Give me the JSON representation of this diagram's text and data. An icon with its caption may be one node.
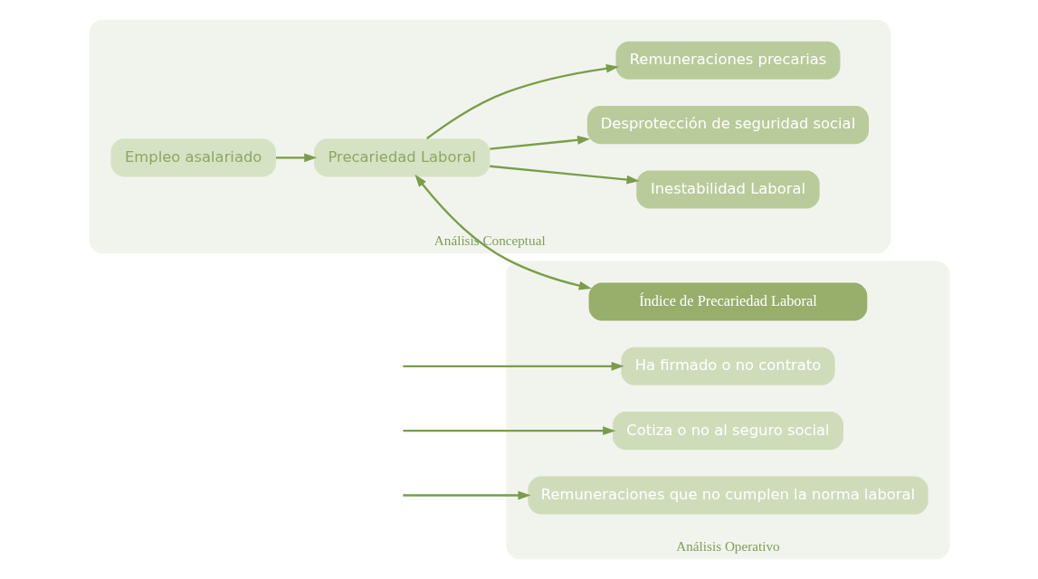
{
  "diagram": {
    "nodes": [
      {
        "text": [
          "Análisis Conceptual"
        ]
      },
      {
        "text": [
          "Empleo asalariado"
        ],
        "in": 0
      },
      {
        "text": [
          "Precariedad Laboral"
        ],
        "in": 0
      },
      {
        "text": [
          "Inestabilidad Laboral"
        ],
        "in": 0
      },
      {
        "text": [
          "Desprotección de seguridad social"
        ],
        "in": 0
      },
      {
        "text": [
          "Remuneraciones precarias"
        ],
        "in": 0
      },
      {
        "text": [
          "Análisis Operativo"
        ]
      },
      {
        "text": [
          "Ha firmado o no contrato"
        ],
        "in": 6
      },
      {
        "text": [
          "Cotiza o no al seguro social"
        ],
        "in": 6
      },
      {
        "text": [
          "Remuneraciones que no cumplen la norma laboral"
        ],
        "in": 6
      },
      {
        "text": [
          "Índice de Precariedad Laboral"
        ],
        "in": 6
      }
    ],
    "edges": [
      {
        "from": 1,
        "to": 2,
        "arrow": "to"
      },
      {
        "from": 2,
        "to": 3,
        "arrow": "to"
      },
      {
        "from": 2,
        "to": 4,
        "arrow": "to"
      },
      {
        "from": 2,
        "to": 5,
        "arrow": "to"
      },
      {
        "from": 2,
        "to": 10,
        "arrow": "both"
      },
      {
        "from": null,
        "to": 7,
        "arrow": "to"
      },
      {
        "from": null,
        "to": 8,
        "arrow": "to"
      },
      {
        "from": null,
        "to": 9,
        "arrow": "to"
      }
    ]
  }
}
